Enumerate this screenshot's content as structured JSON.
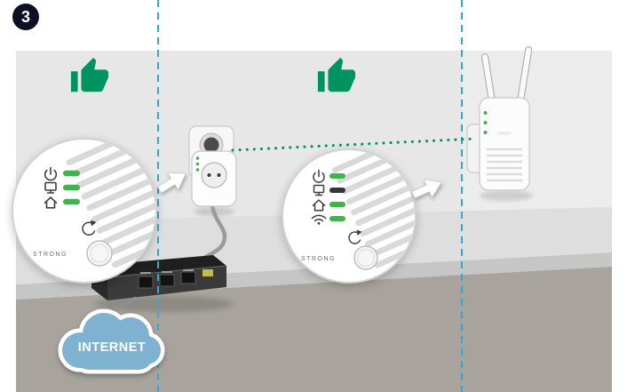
{
  "step_badge": {
    "number": "3"
  },
  "internet_cloud": {
    "label": "INTERNET"
  },
  "insets": {
    "left": {
      "brand": "STRONG",
      "leds": {
        "power": "on",
        "ethernet": "on",
        "home": "on"
      }
    },
    "right": {
      "brand": "STRONG",
      "leds": {
        "power": "on",
        "ethernet": "off",
        "home": "on",
        "wifi": "on"
      }
    }
  },
  "colors": {
    "accent_green": "#00935f",
    "guide_line_blue": "#2fa8e0",
    "led_on_green": "#3db54a",
    "led_off_dark": "#34343a",
    "cloud_blue": "#7fb2d0"
  }
}
